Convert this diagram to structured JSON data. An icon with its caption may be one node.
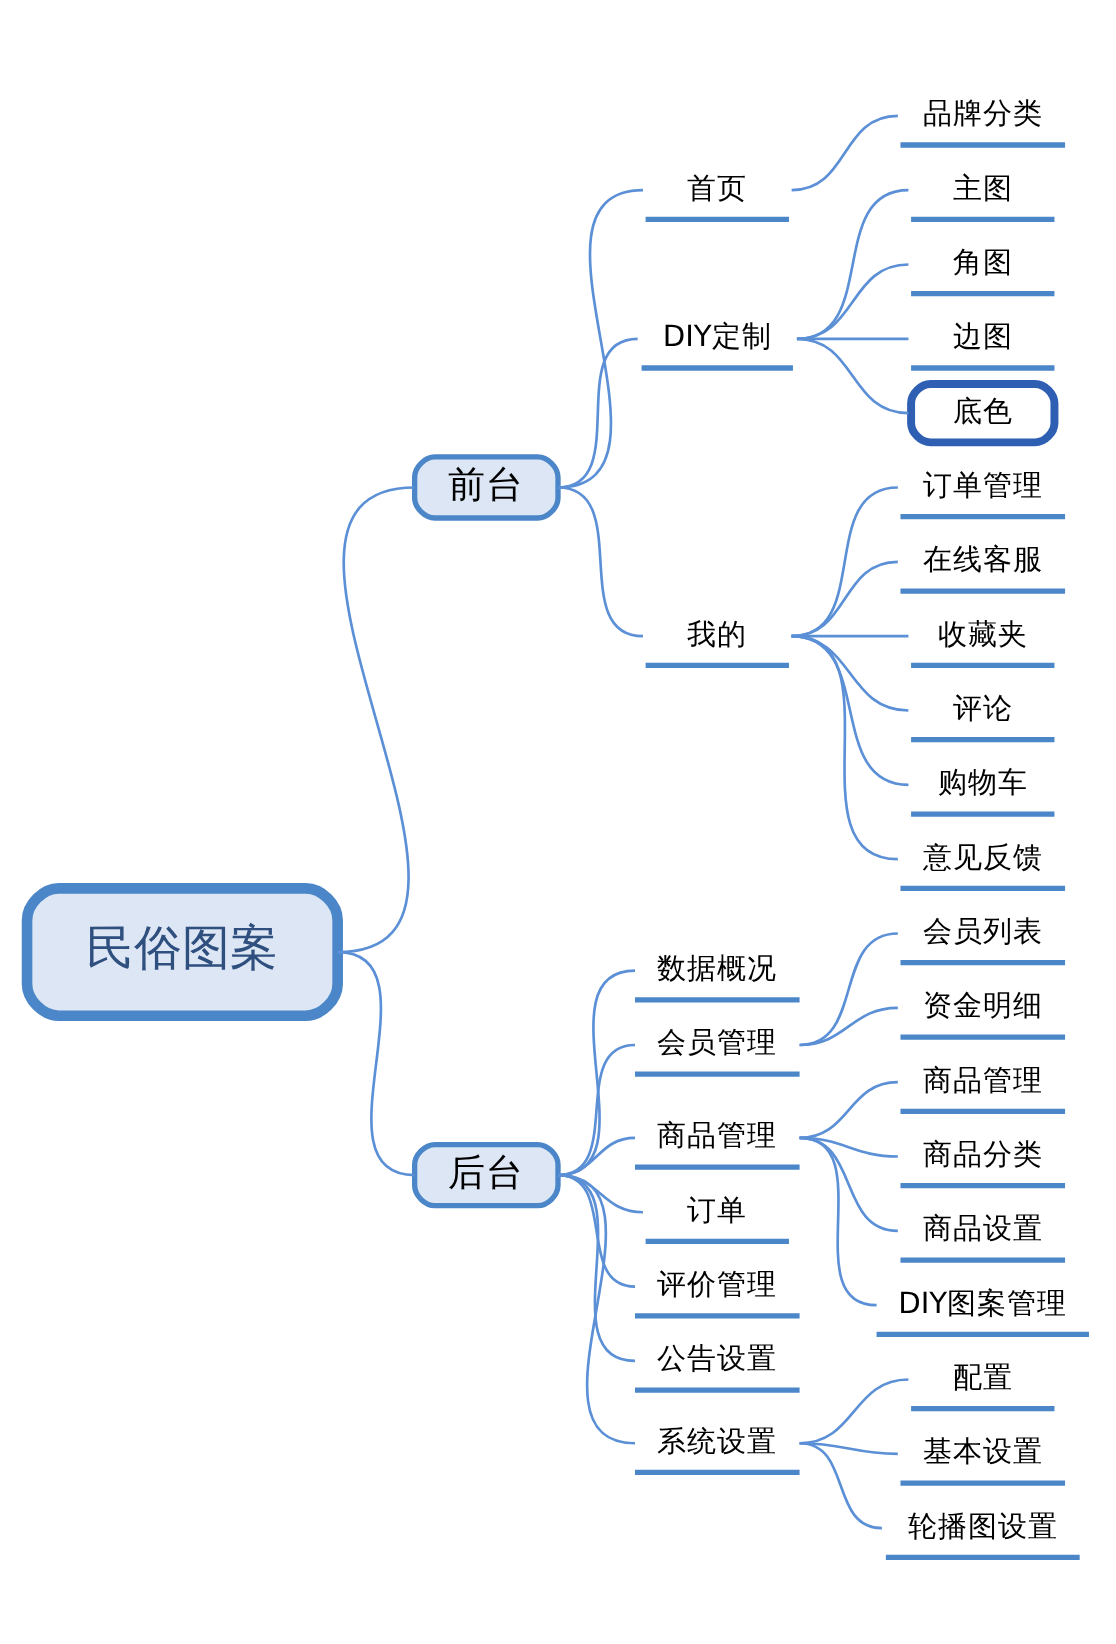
{
  "diagram": {
    "nodes": [
      {
        "text": [
          "民俗图案"
        ]
      },
      {
        "text": [
          "前台"
        ]
      },
      {
        "text": [
          "首页"
        ]
      },
      {
        "text": [
          "品牌分类"
        ]
      },
      {
        "text": [
          "DIY定制"
        ]
      },
      {
        "text": [
          "主图"
        ]
      },
      {
        "text": [
          "角图"
        ]
      },
      {
        "text": [
          "边图"
        ]
      },
      {
        "text": [
          "底色"
        ]
      },
      {
        "text": [
          "我的"
        ]
      },
      {
        "text": [
          "订单管理"
        ]
      },
      {
        "text": [
          "在线客服"
        ]
      },
      {
        "text": [
          "收藏夹"
        ]
      },
      {
        "text": [
          "评论"
        ]
      },
      {
        "text": [
          "购物车"
        ]
      },
      {
        "text": [
          "意见反馈"
        ]
      },
      {
        "text": [
          "后台"
        ]
      },
      {
        "text": [
          "数据概况"
        ]
      },
      {
        "text": [
          "会员管理"
        ]
      },
      {
        "text": [
          "会员列表"
        ]
      },
      {
        "text": [
          "资金明细"
        ]
      },
      {
        "text": [
          "商品管理"
        ]
      },
      {
        "text": [
          "商品管理"
        ]
      },
      {
        "text": [
          "商品分类"
        ]
      },
      {
        "text": [
          "商品设置"
        ]
      },
      {
        "text": [
          "DIY图案管理"
        ]
      },
      {
        "text": [
          "订单"
        ]
      },
      {
        "text": [
          "评价管理"
        ]
      },
      {
        "text": [
          "公告设置"
        ]
      },
      {
        "text": [
          "系统设置"
        ]
      },
      {
        "text": [
          "配置"
        ]
      },
      {
        "text": [
          "基本设置"
        ]
      },
      {
        "text": [
          "轮播图设置"
        ]
      }
    ],
    "edges": [
      {
        "from": 0,
        "to": 1,
        "arrow": "none"
      },
      {
        "from": 1,
        "to": 2,
        "arrow": "none"
      },
      {
        "from": 2,
        "to": 3,
        "arrow": "none"
      },
      {
        "from": 1,
        "to": 4,
        "arrow": "none"
      },
      {
        "from": 4,
        "to": 5,
        "arrow": "none"
      },
      {
        "from": 4,
        "to": 6,
        "arrow": "none"
      },
      {
        "from": 4,
        "to": 7,
        "arrow": "none"
      },
      {
        "from": 4,
        "to": 8,
        "arrow": "none"
      },
      {
        "from": 1,
        "to": 9,
        "arrow": "none"
      },
      {
        "from": 9,
        "to": 10,
        "arrow": "none"
      },
      {
        "from": 9,
        "to": 11,
        "arrow": "none"
      },
      {
        "from": 9,
        "to": 12,
        "arrow": "none"
      },
      {
        "from": 9,
        "to": 13,
        "arrow": "none"
      },
      {
        "from": 9,
        "to": 14,
        "arrow": "none"
      },
      {
        "from": 9,
        "to": 15,
        "arrow": "none"
      },
      {
        "from": 0,
        "to": 16,
        "arrow": "none"
      },
      {
        "from": 16,
        "to": 17,
        "arrow": "none"
      },
      {
        "from": 16,
        "to": 18,
        "arrow": "none"
      },
      {
        "from": 18,
        "to": 19,
        "arrow": "none"
      },
      {
        "from": 18,
        "to": 20,
        "arrow": "none"
      },
      {
        "from": 16,
        "to": 21,
        "arrow": "none"
      },
      {
        "from": 21,
        "to": 22,
        "arrow": "none"
      },
      {
        "from": 21,
        "to": 23,
        "arrow": "none"
      },
      {
        "from": 21,
        "to": 24,
        "arrow": "none"
      },
      {
        "from": 21,
        "to": 25,
        "arrow": "none"
      },
      {
        "from": 16,
        "to": 26,
        "arrow": "none"
      },
      {
        "from": 16,
        "to": 27,
        "arrow": "none"
      },
      {
        "from": 16,
        "to": 28,
        "arrow": "none"
      },
      {
        "from": 16,
        "to": 29,
        "arrow": "none"
      },
      {
        "from": 29,
        "to": 30,
        "arrow": "none"
      },
      {
        "from": 29,
        "to": 31,
        "arrow": "none"
      },
      {
        "from": 29,
        "to": 32,
        "arrow": "none"
      }
    ]
  }
}
